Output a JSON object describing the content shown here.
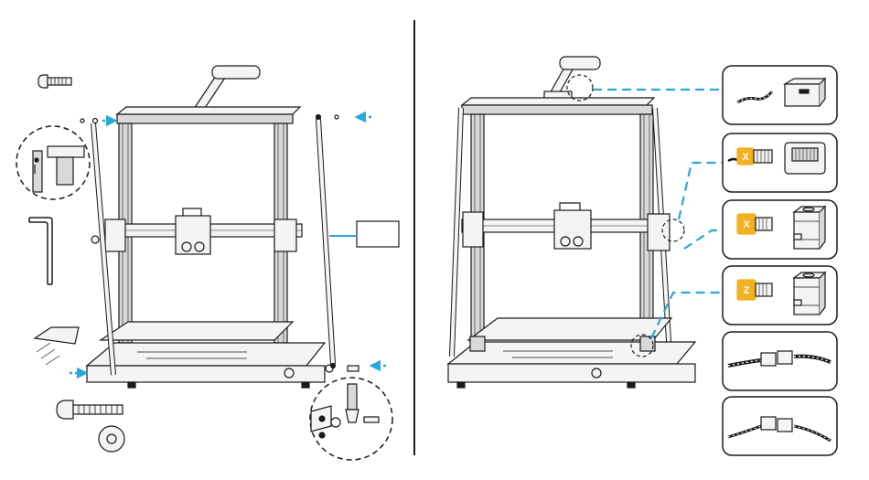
{
  "colors": {
    "line": "#1a1a1a",
    "frame_fill": "#f4f4f4",
    "profile_fill": "#d9d9d9",
    "accent_blue": "#2aa8d8",
    "label_yellow": "#f2b120",
    "label_text": "#ffffff"
  },
  "connector_labels": {
    "x_limit": "X",
    "x_motor": "X",
    "z_motor": "Z"
  },
  "icons": {
    "screw": "screw-icon",
    "hex_key": "hex-key-icon",
    "bolt_washer": "bolt-washer-icon",
    "stepper_motor": "stepper-motor-icon",
    "limit_switch": "limit-switch-icon",
    "connector_board": "connector-board-icon",
    "cable": "cable-icon"
  }
}
